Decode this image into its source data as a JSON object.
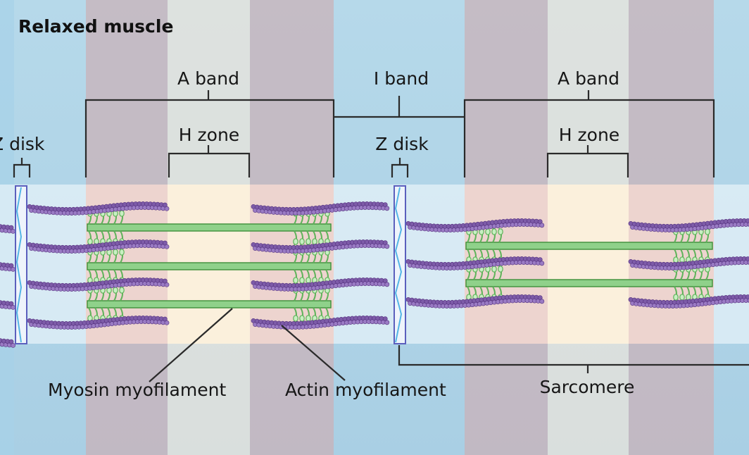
{
  "title": "Relaxed muscle",
  "labels": {
    "a_band_left": "A band",
    "i_band": "I band",
    "a_band_right": "A band",
    "z_disk_left": "Z disk",
    "h_zone_left": "H zone",
    "z_disk_right": "Z disk",
    "h_zone_right": "H zone",
    "myosin": "Myosin myofilament",
    "actin": "Actin myofilament",
    "sarcomere": "Sarcomere"
  },
  "colors": {
    "background": "#b9dbea",
    "a_band_tint": "#d3aeb2",
    "h_zone_tint": "#f4ecdc",
    "actin": "#7d5ba8",
    "myosin": "#8fd18a",
    "z_disk": "#6a6fc4"
  }
}
